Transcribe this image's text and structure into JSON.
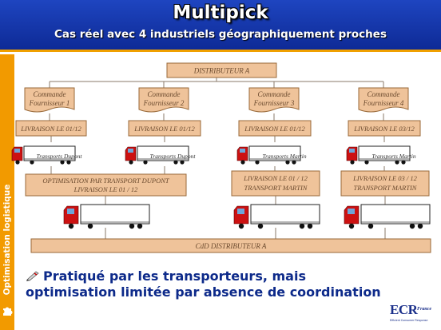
{
  "header": {
    "title": "Multipick",
    "subtitle": "Cas réel avec 4 industriels géographiquement proches"
  },
  "sidebar": {
    "label": "Optimisation logistique"
  },
  "diagram": {
    "distributor": "DISTRIBUTEUR  A",
    "orders": [
      {
        "line1": "Commande",
        "line2": "Fournisseur 1",
        "delivery": "LIVRAISON LE 01/12",
        "carrier": "Transports Dupont"
      },
      {
        "line1": "Commande",
        "line2": "Fournisseur 2",
        "delivery": "LIVRAISON LE 01/12",
        "carrier": "Transports Dupont"
      },
      {
        "line1": "Commande",
        "line2": "Fournisseur 3",
        "delivery": "LIVRAISON LE 01/12",
        "carrier": "Transports Martin"
      },
      {
        "line1": "Commande",
        "line2": "Fournisseur 4",
        "delivery": "LIVRAISON LE 03/12",
        "carrier": "Transports Martin"
      }
    ],
    "consolidated": [
      {
        "line1": "OPTIMISATION PAR TRANSPORT DUPONT",
        "line2": "LIVRAISON LE 01 / 12"
      },
      {
        "line1": "LIVRAISON LE 01 / 12",
        "line2": "TRANSPORT MARTIN"
      },
      {
        "line1": "LIVRAISON LE 03 / 12",
        "line2": "TRANSPORT MARTIN"
      }
    ],
    "warehouse": "CdD DISTRIBUTEUR  A"
  },
  "bullet": {
    "line1": "Pratiqué par les transporteurs, mais",
    "line2": "optimisation limitée par absence de coordination"
  },
  "logo": {
    "brand": "ECR",
    "country": "France",
    "tagline": "Efficient Consumer Response"
  },
  "colors": {
    "header_blue": "#1434a8",
    "accent_orange": "#f29a00",
    "box_fill": "#efc39a",
    "box_border": "#9a6a3a",
    "diagram_text": "#6b4a2e",
    "bullet_blue": "#0d2a8a",
    "truck_red": "#cc1111"
  }
}
